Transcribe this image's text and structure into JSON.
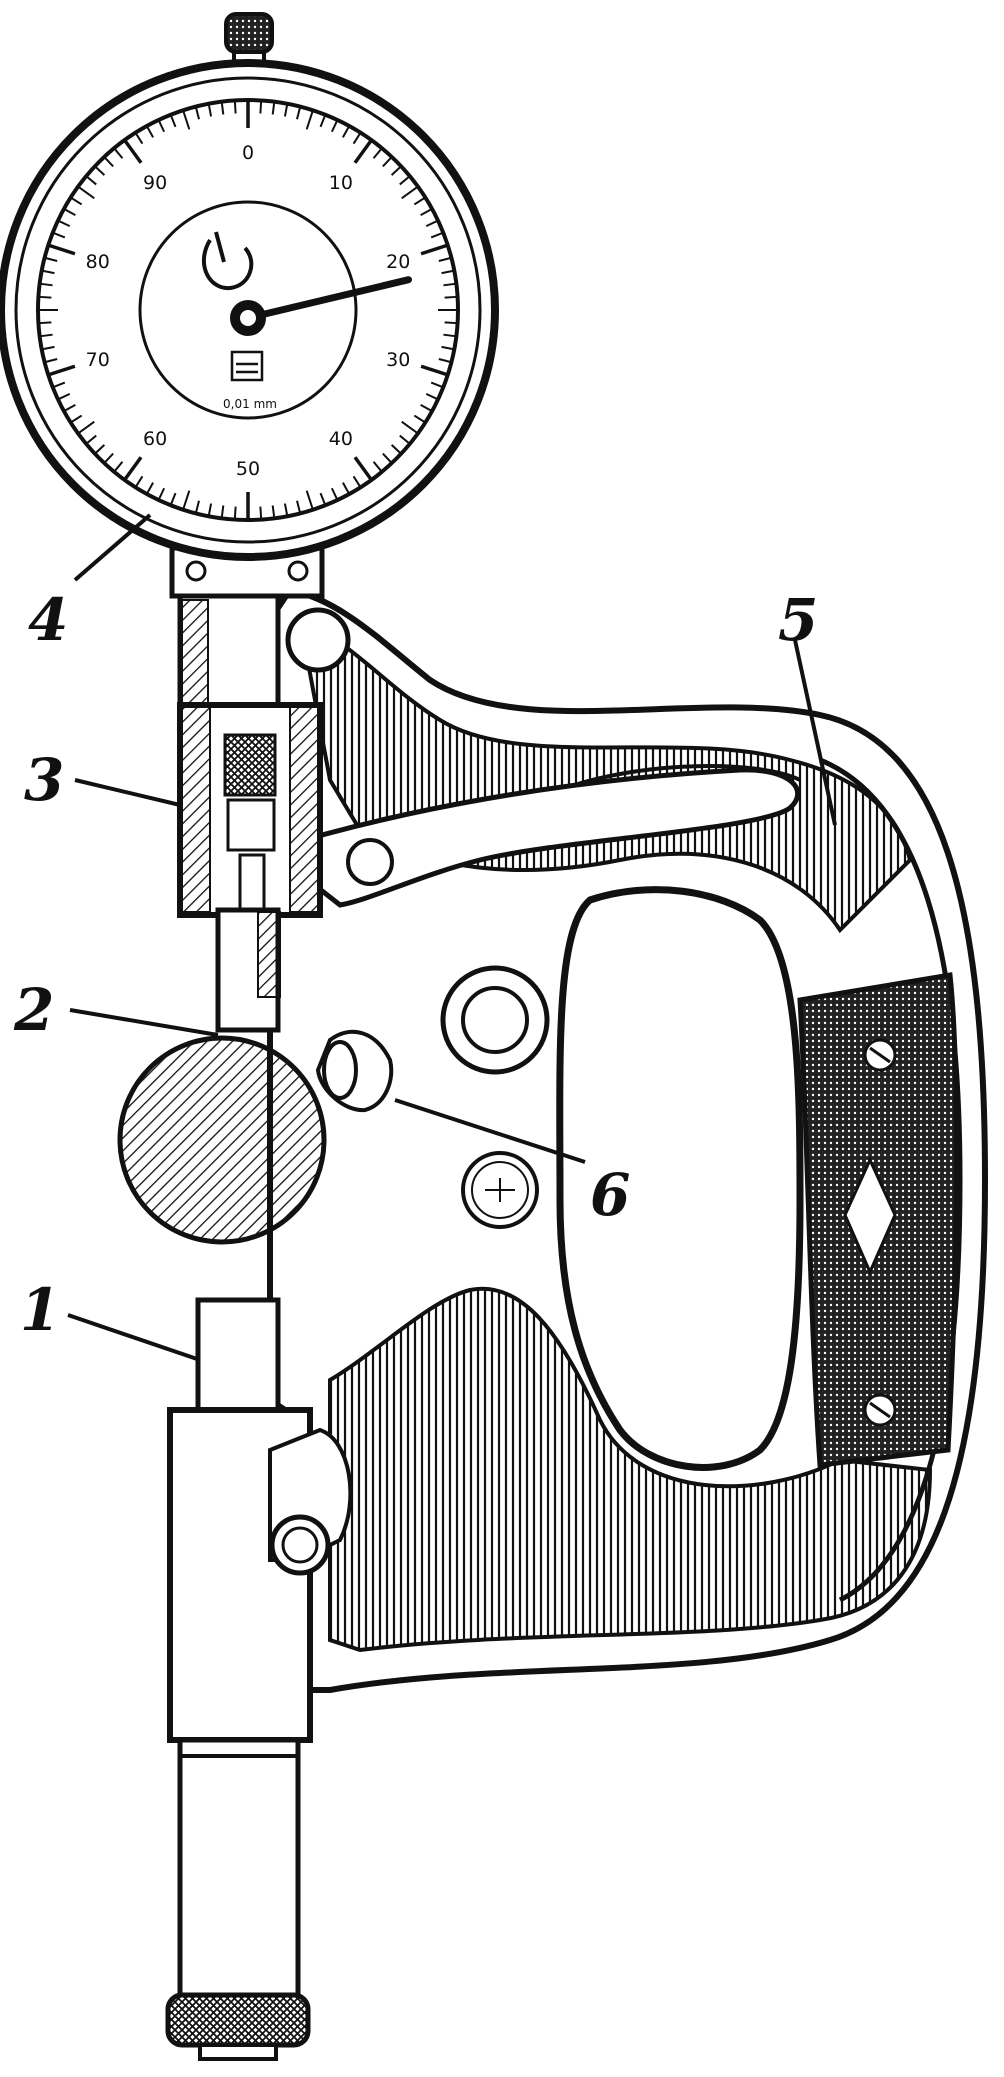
{
  "figure": {
    "callouts": [
      {
        "id": "1",
        "label": "1"
      },
      {
        "id": "2",
        "label": "2"
      },
      {
        "id": "3",
        "label": "3"
      },
      {
        "id": "4",
        "label": "4"
      },
      {
        "id": "5",
        "label": "5"
      },
      {
        "id": "6",
        "label": "6"
      }
    ],
    "dial": {
      "numbers": [
        "0",
        "10",
        "20",
        "30",
        "40",
        "50",
        "60",
        "70",
        "80",
        "90"
      ],
      "unit_label": "0,01 mm",
      "needle_reading": 20
    },
    "ink_color": "#111111",
    "paper_color": "#ffffff"
  }
}
